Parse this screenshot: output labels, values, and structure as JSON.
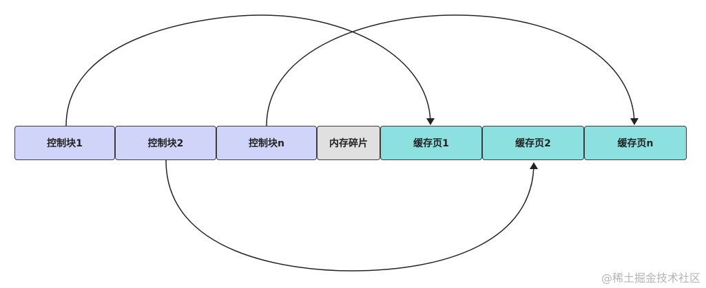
{
  "blocks": {
    "control_1": "控制块1",
    "control_2": "控制块2",
    "control_n": "控制块n",
    "fragment": "内存碎片",
    "cache_1": "缓存页1",
    "cache_2": "缓存页2",
    "cache_n": "缓存页n"
  },
  "colors": {
    "control_block": "#d1d4f9",
    "fragment_block": "#e0e0e0",
    "cache_block": "#8de0e0",
    "border": "#3a3a3a",
    "arrow": "#222222"
  },
  "connections": [
    {
      "from": "控制块1",
      "to": "缓存页1"
    },
    {
      "from": "控制块n",
      "to": "缓存页n"
    },
    {
      "from": "控制块2",
      "to": "缓存页2"
    }
  ],
  "watermark": "@稀土掘金技术社区"
}
